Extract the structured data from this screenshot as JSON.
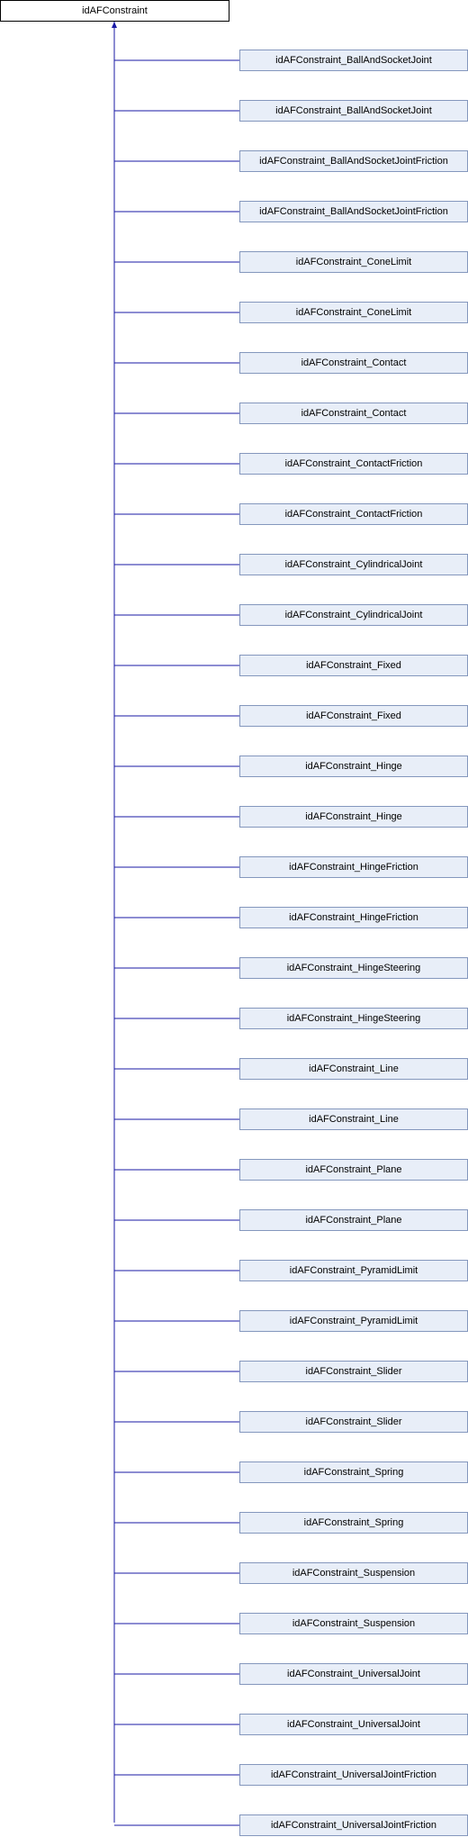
{
  "root": {
    "label": "idAFConstraint"
  },
  "colors": {
    "edge": "#1a1aa6",
    "child_fill": "#e8eef8",
    "child_border": "#8497bd",
    "root_fill": "#ffffff",
    "root_border": "#000000"
  },
  "children": [
    {
      "label": "idAFConstraint_BallAndSocketJoint"
    },
    {
      "label": "idAFConstraint_BallAndSocketJoint"
    },
    {
      "label": "idAFConstraint_BallAndSocketJointFriction"
    },
    {
      "label": "idAFConstraint_BallAndSocketJointFriction"
    },
    {
      "label": "idAFConstraint_ConeLimit"
    },
    {
      "label": "idAFConstraint_ConeLimit"
    },
    {
      "label": "idAFConstraint_Contact"
    },
    {
      "label": "idAFConstraint_Contact"
    },
    {
      "label": "idAFConstraint_ContactFriction"
    },
    {
      "label": "idAFConstraint_ContactFriction"
    },
    {
      "label": "idAFConstraint_CylindricalJoint"
    },
    {
      "label": "idAFConstraint_CylindricalJoint"
    },
    {
      "label": "idAFConstraint_Fixed"
    },
    {
      "label": "idAFConstraint_Fixed"
    },
    {
      "label": "idAFConstraint_Hinge"
    },
    {
      "label": "idAFConstraint_Hinge"
    },
    {
      "label": "idAFConstraint_HingeFriction"
    },
    {
      "label": "idAFConstraint_HingeFriction"
    },
    {
      "label": "idAFConstraint_HingeSteering"
    },
    {
      "label": "idAFConstraint_HingeSteering"
    },
    {
      "label": "idAFConstraint_Line"
    },
    {
      "label": "idAFConstraint_Line"
    },
    {
      "label": "idAFConstraint_Plane"
    },
    {
      "label": "idAFConstraint_Plane"
    },
    {
      "label": "idAFConstraint_PyramidLimit"
    },
    {
      "label": "idAFConstraint_PyramidLimit"
    },
    {
      "label": "idAFConstraint_Slider"
    },
    {
      "label": "idAFConstraint_Slider"
    },
    {
      "label": "idAFConstraint_Spring"
    },
    {
      "label": "idAFConstraint_Spring"
    },
    {
      "label": "idAFConstraint_Suspension"
    },
    {
      "label": "idAFConstraint_Suspension"
    },
    {
      "label": "idAFConstraint_UniversalJoint"
    },
    {
      "label": "idAFConstraint_UniversalJoint"
    },
    {
      "label": "idAFConstraint_UniversalJointFriction"
    },
    {
      "label": "idAFConstraint_UniversalJointFriction"
    }
  ]
}
